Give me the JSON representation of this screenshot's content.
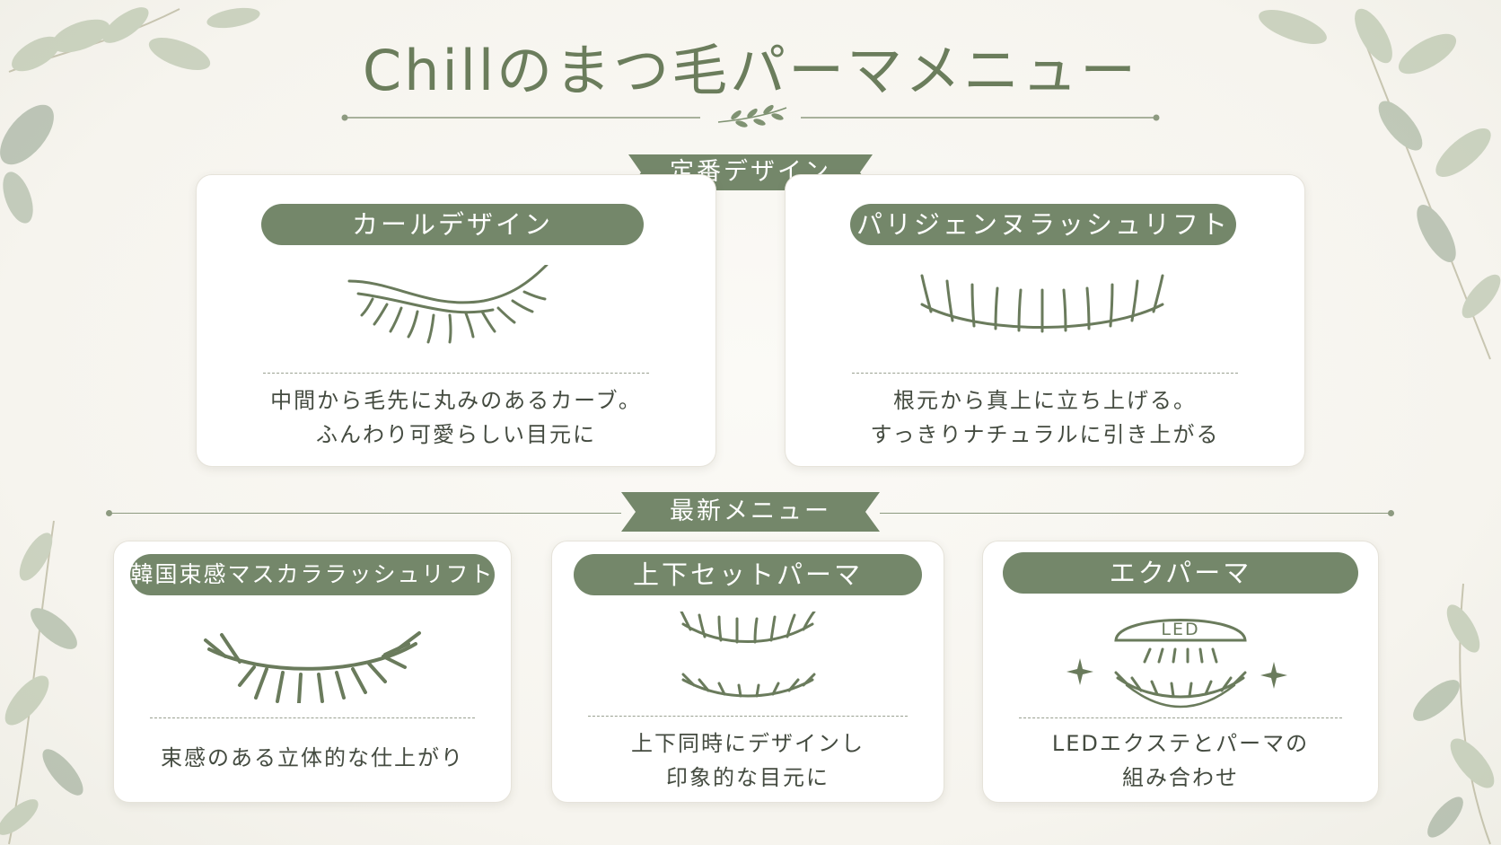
{
  "title": "Chillのまつ毛パーマメニュー",
  "colors": {
    "accent": "#74876a",
    "title": "#6b7d5c",
    "ink": "#6a7b5c",
    "background": "#f6f4ee"
  },
  "sections": {
    "standard": {
      "label": "定番デザイン",
      "cards": [
        {
          "name": "カールデザイン",
          "desc_line1": "中間から毛先に丸みのあるカーブ。",
          "desc_line2": "ふんわり可愛らしい目元に",
          "icon": "curl-lash-icon"
        },
        {
          "name": "パリジェンヌラッシュリフト",
          "desc_line1": "根元から真上に立ち上げる。",
          "desc_line2": "すっきりナチュラルに引き上がる",
          "icon": "lift-lash-icon"
        }
      ]
    },
    "latest": {
      "label": "最新メニュー",
      "cards": [
        {
          "name": "韓国束感マスカララッシュリフト",
          "desc_line1": "束感のある立体的な仕上がり",
          "icon": "bundle-lash-icon"
        },
        {
          "name": "上下セットパーマ",
          "desc_line1": "上下同時にデザインし",
          "desc_line2": "印象的な目元に",
          "icon": "upper-lower-lash-icon"
        },
        {
          "name": "エクパーマ",
          "desc_line1": "LEDエクステとパーマの",
          "desc_line2": "組み合わせ",
          "icon": "led-lamp-icon",
          "lamp_label": "LED"
        }
      ]
    }
  }
}
